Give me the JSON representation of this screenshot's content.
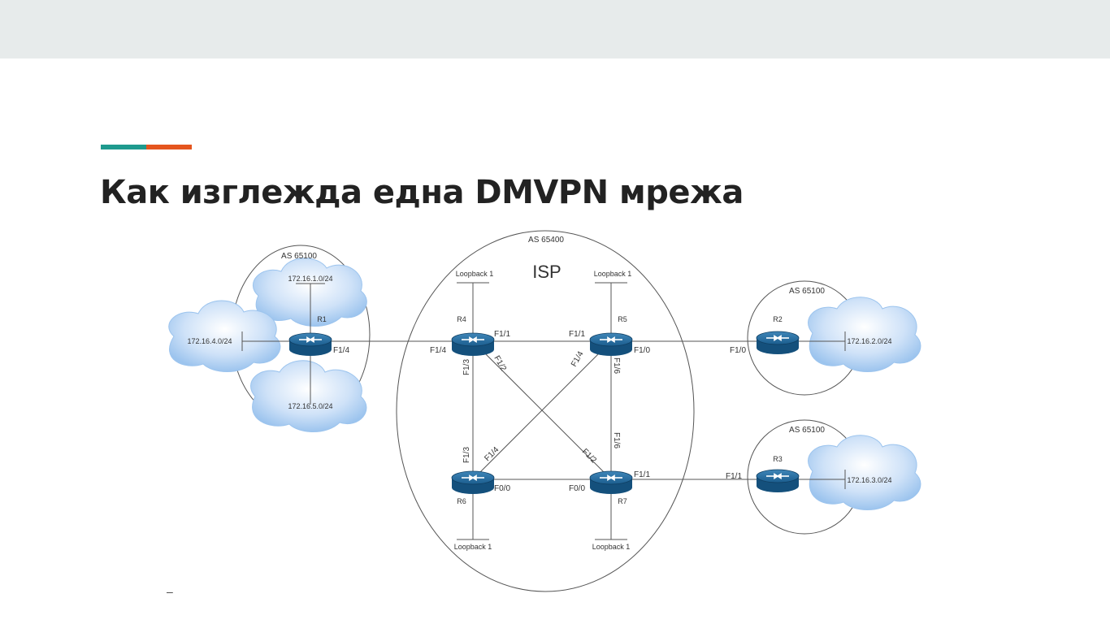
{
  "slide": {
    "title": "Как изглежда една DMVPN мрежа",
    "footer_mark": "–"
  },
  "diagram": {
    "isp_label": "ISP",
    "as_isp": "AS 65400",
    "as_left": "AS 65100",
    "as_right_top": "AS 65100",
    "as_right_bottom": "AS 65100",
    "routers": {
      "r1": "R1",
      "r2": "R2",
      "r3": "R3",
      "r4": "R4",
      "r5": "R5",
      "r6": "R6",
      "r7": "R7"
    },
    "loopbacks": {
      "r4": "Loopback 1",
      "r5": "Loopback 1",
      "r6": "Loopback 1",
      "r7": "Loopback 1"
    },
    "networks": {
      "r1_top": "172.16.1.0/24",
      "r1_left": "172.16.4.0/24",
      "r1_bottom": "172.16.5.0/24",
      "r2": "172.16.2.0/24",
      "r3": "172.16.3.0/24"
    },
    "interfaces": {
      "r1_f14": "F1/4",
      "r4_f14": "F1/4",
      "r4_f11": "F1/1",
      "r4_f13": "F1/3",
      "r4_f12": "F1/2",
      "r5_f11": "F1/1",
      "r5_f14": "F1/4",
      "r5_f16": "F1/6",
      "r5_f10": "F1/0",
      "r2_f10": "F1/0",
      "r6_f13": "F1/3",
      "r6_f14": "F1/4",
      "r6_f00": "F0/0",
      "r7_f00": "F0/0",
      "r7_f16": "F1/6",
      "r7_f12": "F1/2",
      "r7_f11": "F1/1",
      "r3_f11": "F1/1"
    }
  }
}
